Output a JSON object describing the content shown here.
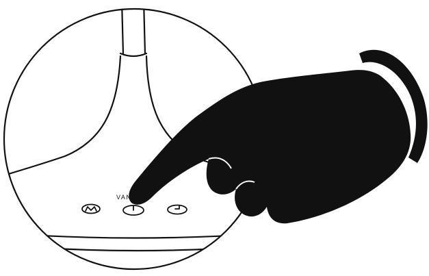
{
  "illustration": {
    "brand_label": "VANKYO",
    "buttons": [
      {
        "id": "mode",
        "icon": "m-mode-icon"
      },
      {
        "id": "power",
        "icon": "power-icon"
      },
      {
        "id": "timer",
        "icon": "timer-icon"
      }
    ],
    "colors": {
      "line": "#111111",
      "hand": "#111111",
      "background": "#ffffff"
    }
  }
}
